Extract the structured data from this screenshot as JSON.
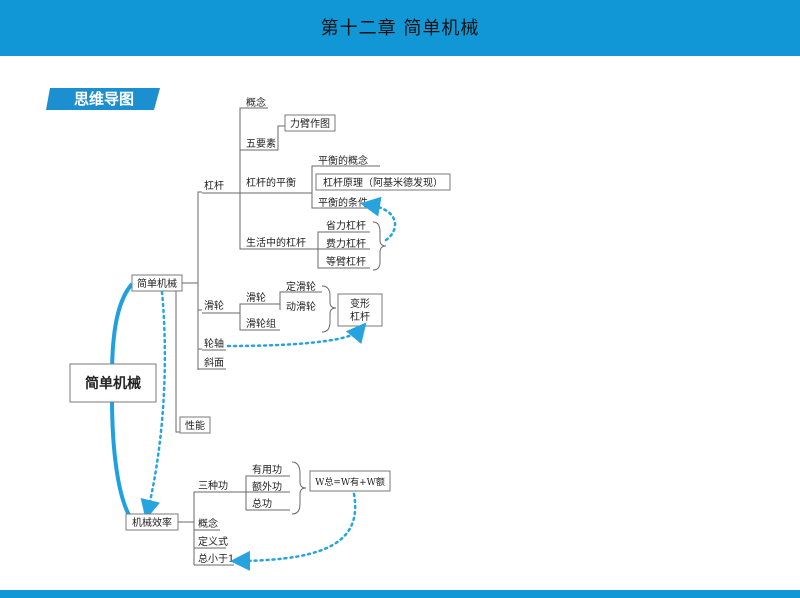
{
  "header": {
    "title": "第十二章    简单机械"
  },
  "badge": {
    "label": "思维导图"
  },
  "nodes": {
    "root": "简单机械",
    "simple_machines": "简单机械",
    "lever": "杠杆",
    "concept": "概念",
    "five_elements": "五要素",
    "arm_drawing": "力臂作图",
    "lever_balance": "杠杆的平衡",
    "balance_concept": "平衡的概念",
    "lever_principle": "杠杆原理（阿基米德发现）",
    "balance_condition": "平衡的条件",
    "levers_in_life": "生活中的杠杆",
    "labor_saving": "省力杠杆",
    "labor_costing": "费力杠杆",
    "equal_arm": "等臂杠杆",
    "pulley": "滑轮",
    "single_pulley": "滑轮",
    "fixed_pulley": "定滑轮",
    "movable_pulley": "动滑轮",
    "pulley_block": "滑轮组",
    "deformed_lever": "变形杠杆",
    "wheel_axle": "轮轴",
    "incline": "斜面",
    "performance": "性能",
    "efficiency": "机械效率",
    "three_work": "三种功",
    "useful_work": "有用功",
    "extra_work": "额外功",
    "total_work": "总功",
    "formula": "W总=W有+W额",
    "eff_concept": "概念",
    "definition": "定义式",
    "less_than_one": "总小于1"
  }
}
